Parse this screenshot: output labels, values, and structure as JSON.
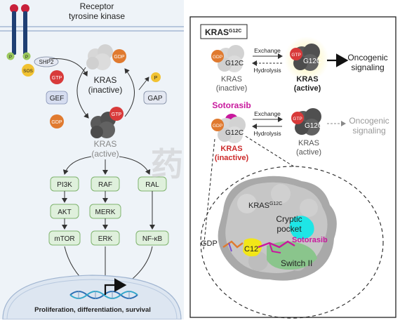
{
  "colors": {
    "membrane_line": "#b7c7dd",
    "receptor": "#1f3f73",
    "receptor_head": "#c8203a",
    "phospho": "#9cc95e",
    "gdp": "#e07a2f",
    "gtp": "#d83a3a",
    "gap_p": "#f1c232",
    "pathway_box": "#dff0dc",
    "pathway_border": "#7fb36e",
    "gef_box": "#d6ddf0",
    "sotorasib": "#c8189d",
    "inactive_red": "#cc2a2a",
    "protein_light": "#d7d7d7",
    "protein_dark": "#5a5a5a",
    "highlight_yellow": "#fbf2a8",
    "pocket_cyan": "#1ee6e6",
    "switch_green": "#8ac58c",
    "c12_yellow": "#f2e618",
    "nucleus": "#dde6f1"
  },
  "left": {
    "receptor_title_line1": "Receptor",
    "receptor_title_line2": "tyrosine kinase",
    "phospho_label": "P",
    "sos": "SOS",
    "shp2": "SHP2",
    "gtp": "GTP",
    "gdp": "GDP",
    "gef": "GEF",
    "gap": "GAP",
    "gap_p": "P",
    "kras_inactive_line1": "KRAS",
    "kras_inactive_line2": "(inactive)",
    "kras_active_line1": "KRAS",
    "kras_active_line2": "(active)",
    "pathway": {
      "col1": [
        "PI3K",
        "AKT",
        "mTOR"
      ],
      "col2": [
        "RAF",
        "MERK",
        "ERK"
      ],
      "col3": [
        "RAL",
        "NF-κB"
      ]
    },
    "nucleus_text": "Proliferation, differentiation, survival"
  },
  "right": {
    "title": "KRAS",
    "title_sup": "G12C",
    "row1": {
      "gdp": "GDP",
      "g12c": "G12C",
      "kras_line1": "KRAS",
      "kras_line2": "(inactive)",
      "exchange": "Exchange",
      "hydrolysis": "Hydrolysis",
      "gtp": "GTP",
      "g12c_active": "G12C",
      "active_line1": "KRAS",
      "active_line2": "(active)",
      "onco_line1": "Oncogenic",
      "onco_line2": "signaling"
    },
    "row2": {
      "sotorasib": "Sotorasib",
      "gdp": "GDP",
      "g12c": "G12C",
      "kras_line1": "KRAS",
      "kras_line2": "(inactive)",
      "exchange": "Exchange",
      "hydrolysis": "Hydrolysis",
      "gtp": "GTP",
      "g12c_active": "G12C",
      "active_line1": "KRAS",
      "active_line2": "(active)",
      "onco_line1": "Oncogenic",
      "onco_line2": "signaling"
    },
    "structure": {
      "kras_label": "KRAS",
      "kras_sup": "G12C",
      "cryptic_line1": "Cryptic",
      "cryptic_line2": "pocket",
      "gdp": "GDP",
      "c12": "C12",
      "sotorasib": "Sotorasib",
      "switch": "Switch II"
    }
  },
  "watermark": "药 物 导"
}
